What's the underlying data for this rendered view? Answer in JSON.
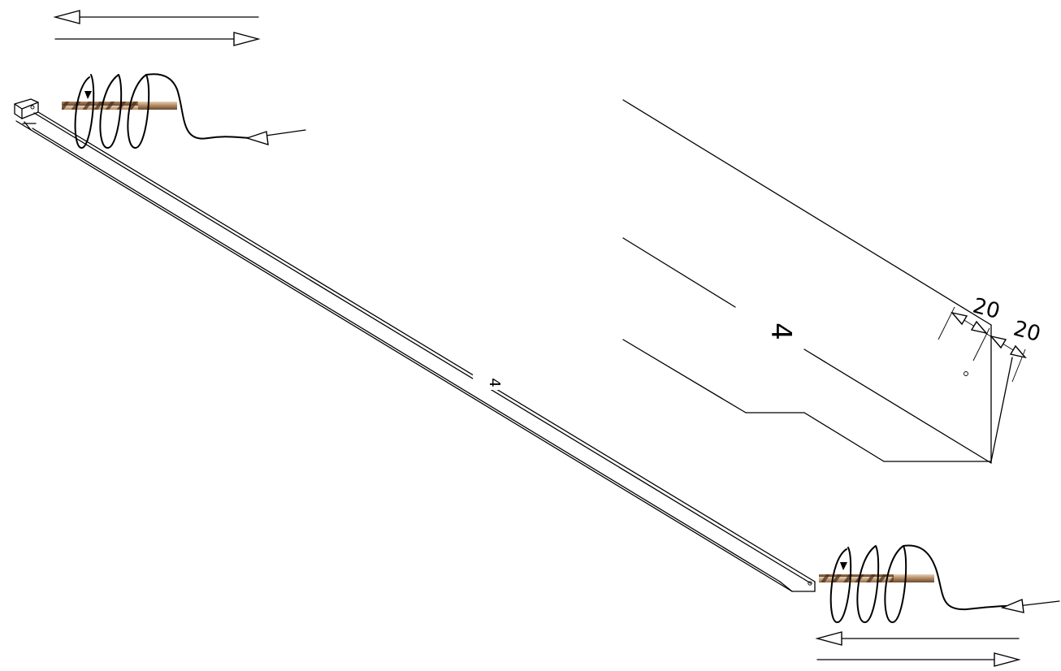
{
  "drawing": {
    "part_number_label": "4",
    "detail_part_number_label": "4",
    "dimensions": {
      "hole_offset_1": "20",
      "hole_offset_2": "20"
    },
    "operation": "drill-holes-both-ends",
    "colors": {
      "line": "#000000",
      "background": "#ffffff",
      "drill_bit": "#c9a27a"
    }
  }
}
